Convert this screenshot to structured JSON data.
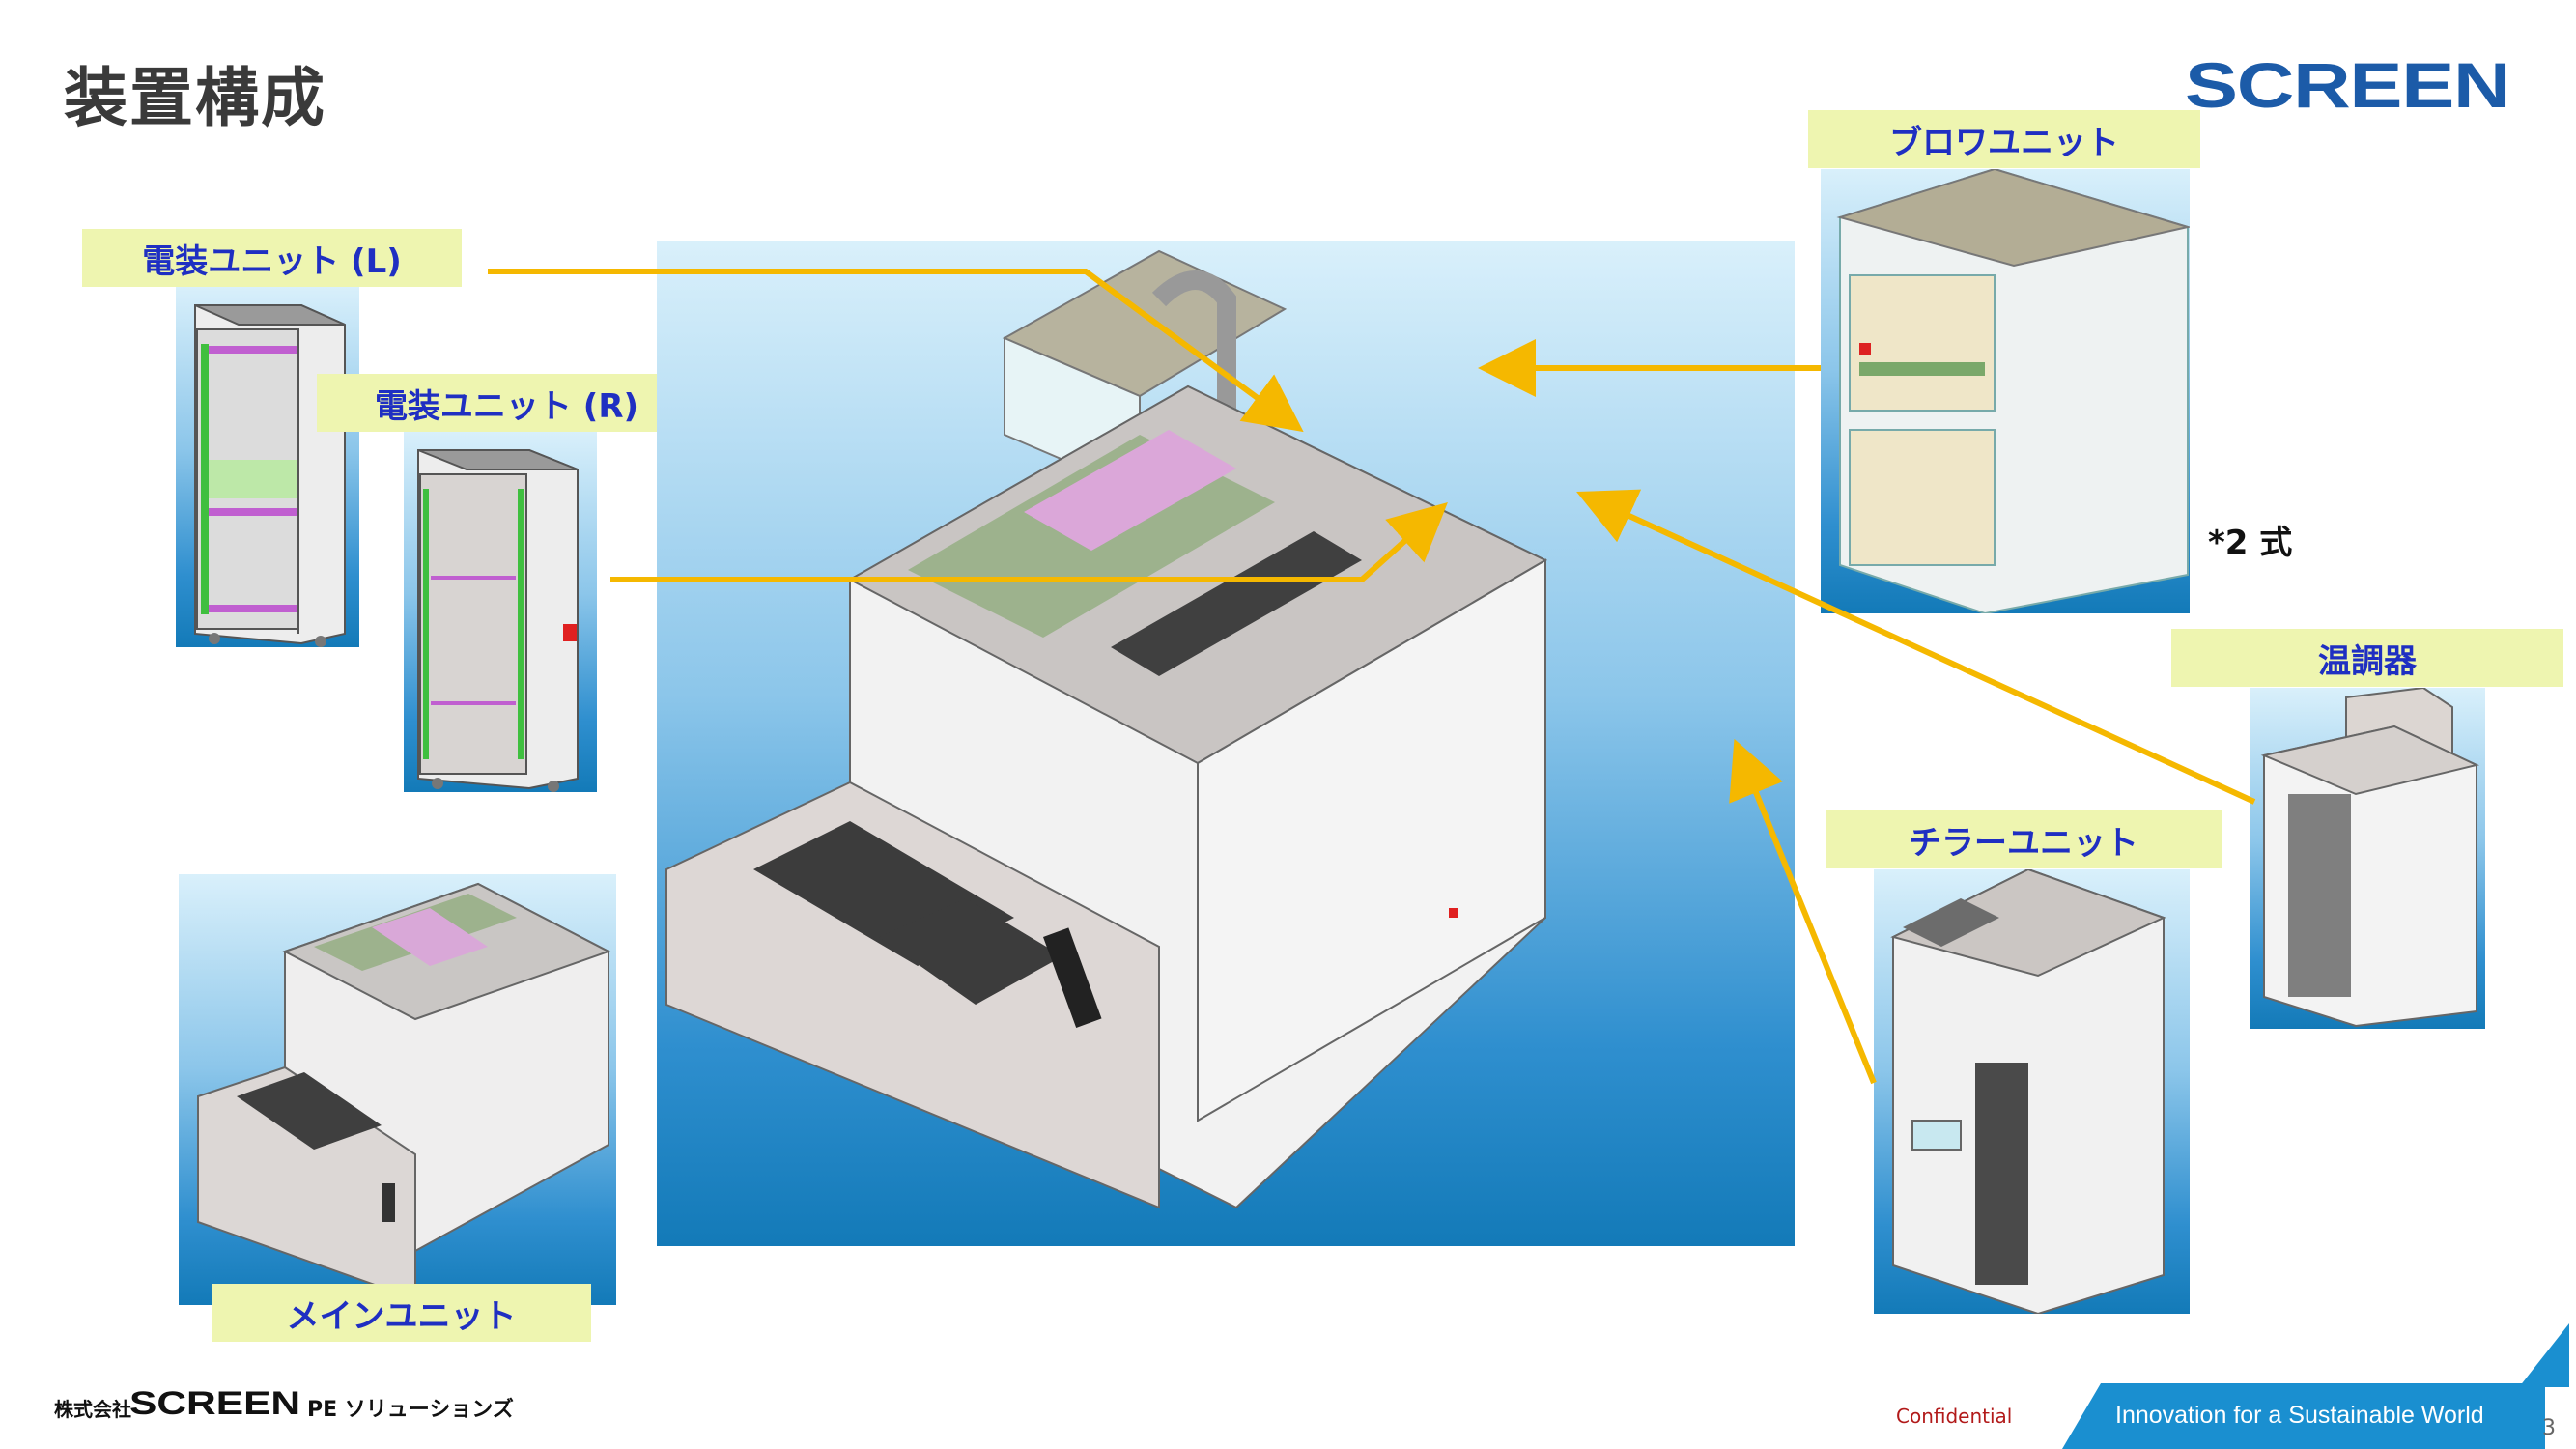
{
  "header": {
    "title": "装置構成",
    "logo_text": "SCREEN"
  },
  "labels": {
    "electrical_left": "電装ユニット (L)",
    "electrical_right": "電装ユニット (R)",
    "main_unit": "メインユニット",
    "blower_unit": "ブロワユニット",
    "temp_controller": "温調器",
    "chiller_unit": "チラーユニット"
  },
  "notes": {
    "quantity": "*2 式"
  },
  "footer": {
    "company_prefix": "株式会社",
    "company_logo": "SCREEN",
    "company_suffix": "PE ソリューションズ",
    "confidential": "Confidential",
    "slogan": "Innovation for a Sustainable World",
    "page_number": "3"
  },
  "colors": {
    "title": "#3a3a3a",
    "logo": "#1c5ba8",
    "label_bg": "#eef5b0",
    "label_text": "#1f2fc2",
    "arrow": "#f5b800",
    "banner": "#1a8fd0",
    "confidential": "#b21a1a"
  }
}
